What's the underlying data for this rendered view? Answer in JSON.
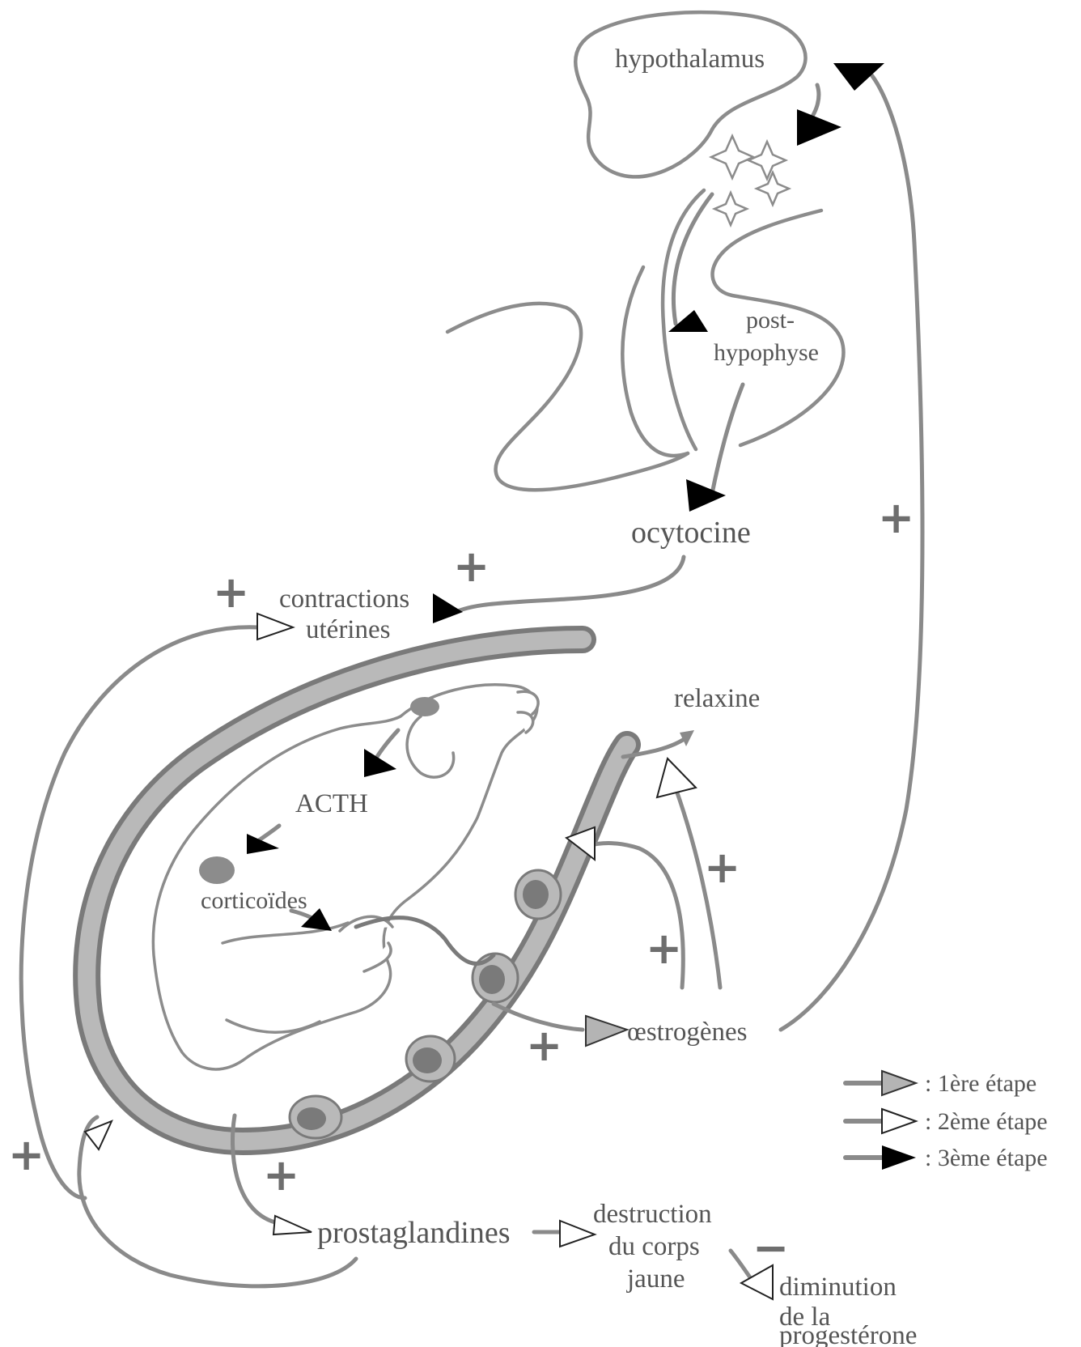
{
  "labels": {
    "hypothalamus": "hypothalamus",
    "posthypophyse_1": "post-",
    "posthypophyse_2": "hypophyse",
    "ocytocine": "ocytocine",
    "contractions_1": "contractions",
    "contractions_2": "utérines",
    "relaxine": "relaxine",
    "acth": "ACTH",
    "corticoides": "corticoïdes",
    "oestrogenes": "œstrogènes",
    "prostaglandines": "prostaglandines",
    "destruction_1": "destruction",
    "destruction_2": "du corps",
    "destruction_3": "jaune",
    "diminution_1": "diminution",
    "diminution_2": "de la",
    "diminution_3": "progestérone"
  },
  "signs": {
    "plus": "+",
    "minus": "−"
  },
  "legend": {
    "step1": ": 1ère étape",
    "step2": ": 2ème étape",
    "step3": ": 3ème étape"
  },
  "colors": {
    "step1_arrow": "#b4b4b4",
    "step2_arrow": "#ffffff",
    "step3_arrow": "#000000",
    "line": "#8a8a8a",
    "uterus_fill": "#b9b9b9"
  }
}
